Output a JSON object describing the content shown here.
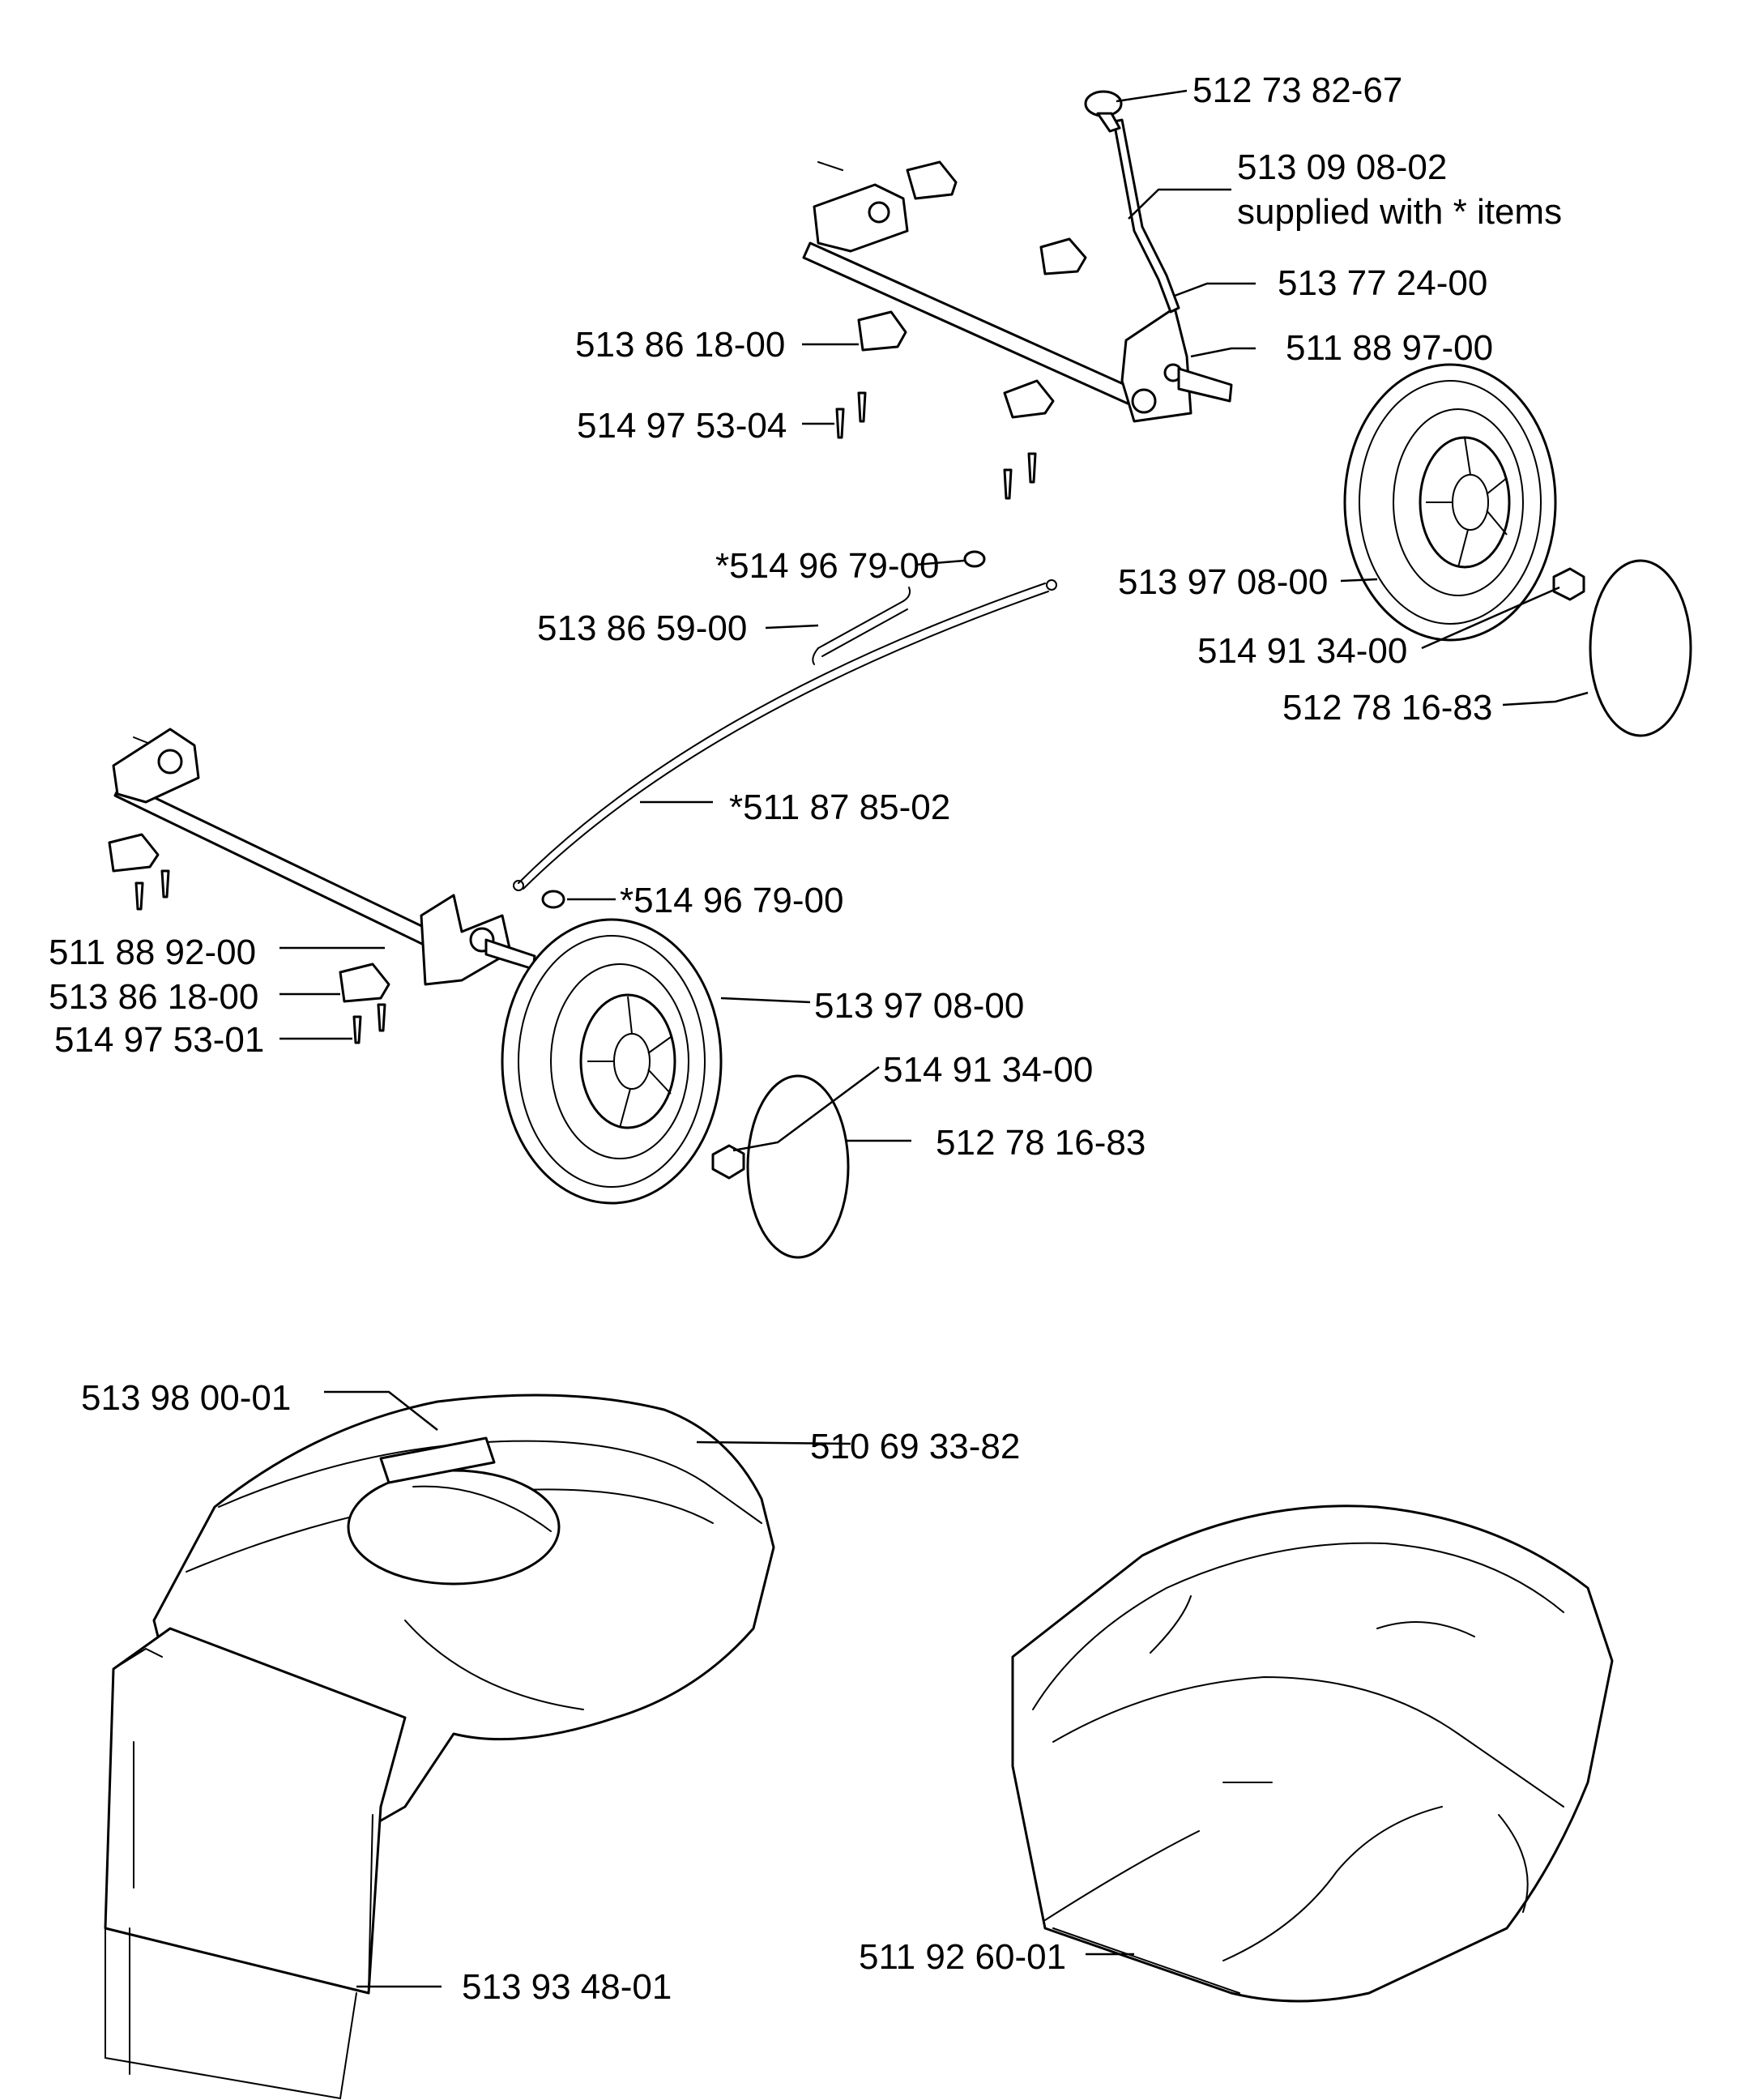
{
  "labels": {
    "handle_knob": "512 73 82-67",
    "lever_line1": "513 09 08-02",
    "lever_line2": "supplied with * items",
    "bracket_right": "513 77 24-00",
    "axle_rear": "511 88 97-00",
    "clip_top": "513 86 18-00",
    "screw_top": "514 97 53-04",
    "washer_top": "*514 96 79-00",
    "spring": "513 86 59-00",
    "wheel_rear": "513 97 08-00",
    "nut_rear": "514 91 34-00",
    "cap_rear": "512 78 16-83",
    "rod": "*511 87 85-02",
    "washer_bottom": "*514 96 79-00",
    "axle_front": "511 88 92-00",
    "clip_bottom": "513 86 18-00",
    "screw_bottom": "514 97 53-01",
    "wheel_front": "513 97  08-00",
    "nut_front": "514 91 34-00",
    "cap_front": "512 78 16-83",
    "decal": "513 98 00-01",
    "cover": "510 69 33-82",
    "flap": "513 93 48-01",
    "grass_bag": "511 92 60-01"
  }
}
